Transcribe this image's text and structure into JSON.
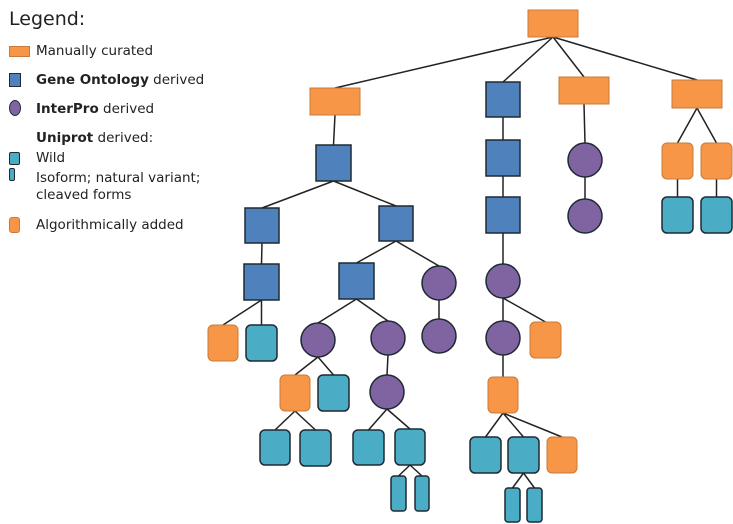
{
  "colors": {
    "manual": "#f79646",
    "manual_stroke": "#c87b3a",
    "go": "#4f81bd",
    "interpro": "#8064a2",
    "uniprot": "#4bacc6",
    "dark_stroke": "#1f2a33",
    "edge": "#222222"
  },
  "legend": {
    "title": "Legend:",
    "manual": {
      "label": "Manually curated"
    },
    "go": {
      "bold": "Gene Ontology",
      "rest": " derived"
    },
    "interpro": {
      "bold": "InterPro",
      "rest": " derived"
    },
    "uniprot": {
      "bold": "Uniprot",
      "rest": " derived:"
    },
    "wild": {
      "label": "Wild"
    },
    "isoform": {
      "line1": "Isoform; natural variant;",
      "line2": "cleaved forms"
    },
    "algo": {
      "label": "Algorithmically added"
    }
  },
  "tree": {
    "nodes": [
      {
        "id": "root",
        "type": "manual"
      },
      {
        "id": "a",
        "type": "manual",
        "parent": "root"
      },
      {
        "id": "b",
        "type": "go",
        "parent": "root"
      },
      {
        "id": "c",
        "type": "manual",
        "parent": "root"
      },
      {
        "id": "d",
        "type": "manual",
        "parent": "root"
      },
      {
        "id": "a1",
        "type": "go",
        "parent": "a"
      },
      {
        "id": "a1l",
        "type": "go",
        "parent": "a1"
      },
      {
        "id": "a1r",
        "type": "go",
        "parent": "a1"
      },
      {
        "id": "a1l1",
        "type": "go",
        "parent": "a1l"
      },
      {
        "id": "a1l1a",
        "type": "algo",
        "parent": "a1l1"
      },
      {
        "id": "a1l1b",
        "type": "wild",
        "parent": "a1l1"
      },
      {
        "id": "a1r1",
        "type": "go",
        "parent": "a1r"
      },
      {
        "id": "a1r2",
        "type": "interpro",
        "parent": "a1r"
      },
      {
        "id": "a1r2a",
        "type": "interpro",
        "parent": "a1r2"
      },
      {
        "id": "a1r1a",
        "type": "interpro",
        "parent": "a1r1"
      },
      {
        "id": "a1r1b",
        "type": "interpro",
        "parent": "a1r1"
      },
      {
        "id": "a1r1a1",
        "type": "algo",
        "parent": "a1r1a"
      },
      {
        "id": "a1r1a2",
        "type": "wild",
        "parent": "a1r1a"
      },
      {
        "id": "a1r1a1x",
        "type": "wild",
        "parent": "a1r1a1"
      },
      {
        "id": "a1r1a1y",
        "type": "wild",
        "parent": "a1r1a1"
      },
      {
        "id": "a1r1b1",
        "type": "interpro",
        "parent": "a1r1b"
      },
      {
        "id": "a1r1b1x",
        "type": "wild",
        "parent": "a1r1b1"
      },
      {
        "id": "a1r1b1y",
        "type": "wild",
        "parent": "a1r1b1"
      },
      {
        "id": "a1r1b1y1",
        "type": "isoform",
        "parent": "a1r1b1y"
      },
      {
        "id": "a1r1b1y2",
        "type": "isoform",
        "parent": "a1r1b1y"
      },
      {
        "id": "b1",
        "type": "go",
        "parent": "b"
      },
      {
        "id": "b2",
        "type": "go",
        "parent": "b1"
      },
      {
        "id": "b3",
        "type": "interpro",
        "parent": "b2"
      },
      {
        "id": "b4",
        "type": "interpro",
        "parent": "b3"
      },
      {
        "id": "b4x",
        "type": "algo",
        "parent": "b3"
      },
      {
        "id": "b5",
        "type": "algo",
        "parent": "b4"
      },
      {
        "id": "b5a",
        "type": "wild",
        "parent": "b5"
      },
      {
        "id": "b5b",
        "type": "wild",
        "parent": "b5"
      },
      {
        "id": "b5c",
        "type": "algo",
        "parent": "b5"
      },
      {
        "id": "b5b1",
        "type": "isoform",
        "parent": "b5b"
      },
      {
        "id": "b5b2",
        "type": "isoform",
        "parent": "b5b"
      },
      {
        "id": "c1",
        "type": "interpro",
        "parent": "c"
      },
      {
        "id": "c2",
        "type": "interpro",
        "parent": "c1"
      },
      {
        "id": "d1",
        "type": "algo",
        "parent": "d"
      },
      {
        "id": "d2",
        "type": "algo",
        "parent": "d"
      },
      {
        "id": "d1a",
        "type": "wild",
        "parent": "d1"
      },
      {
        "id": "d2a",
        "type": "wild",
        "parent": "d2"
      }
    ]
  }
}
